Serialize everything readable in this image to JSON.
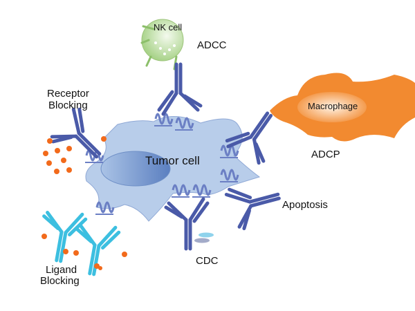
{
  "labels": {
    "nk_cell": "NK cell",
    "adcc": "ADCC",
    "receptor_blocking_1": "Receptor",
    "receptor_blocking_2": "Blocking",
    "macrophage": "Macrophage",
    "adcp": "ADCP",
    "tumor_cell": "Tumor cell",
    "apoptosis": "Apoptosis",
    "cdc": "CDC",
    "ligand_blocking_1": "Ligand",
    "ligand_blocking_2": "Blocking"
  },
  "colors": {
    "antibody": "#4a5aa8",
    "ligand_antibody": "#3cbfe0",
    "tumor_cell": "#b8cdea",
    "nucleus": "#7d9fd0",
    "nk_cell": "#cfe6b8",
    "macrophage": "#f28a30",
    "ligand_dots": "#f26a1b"
  }
}
